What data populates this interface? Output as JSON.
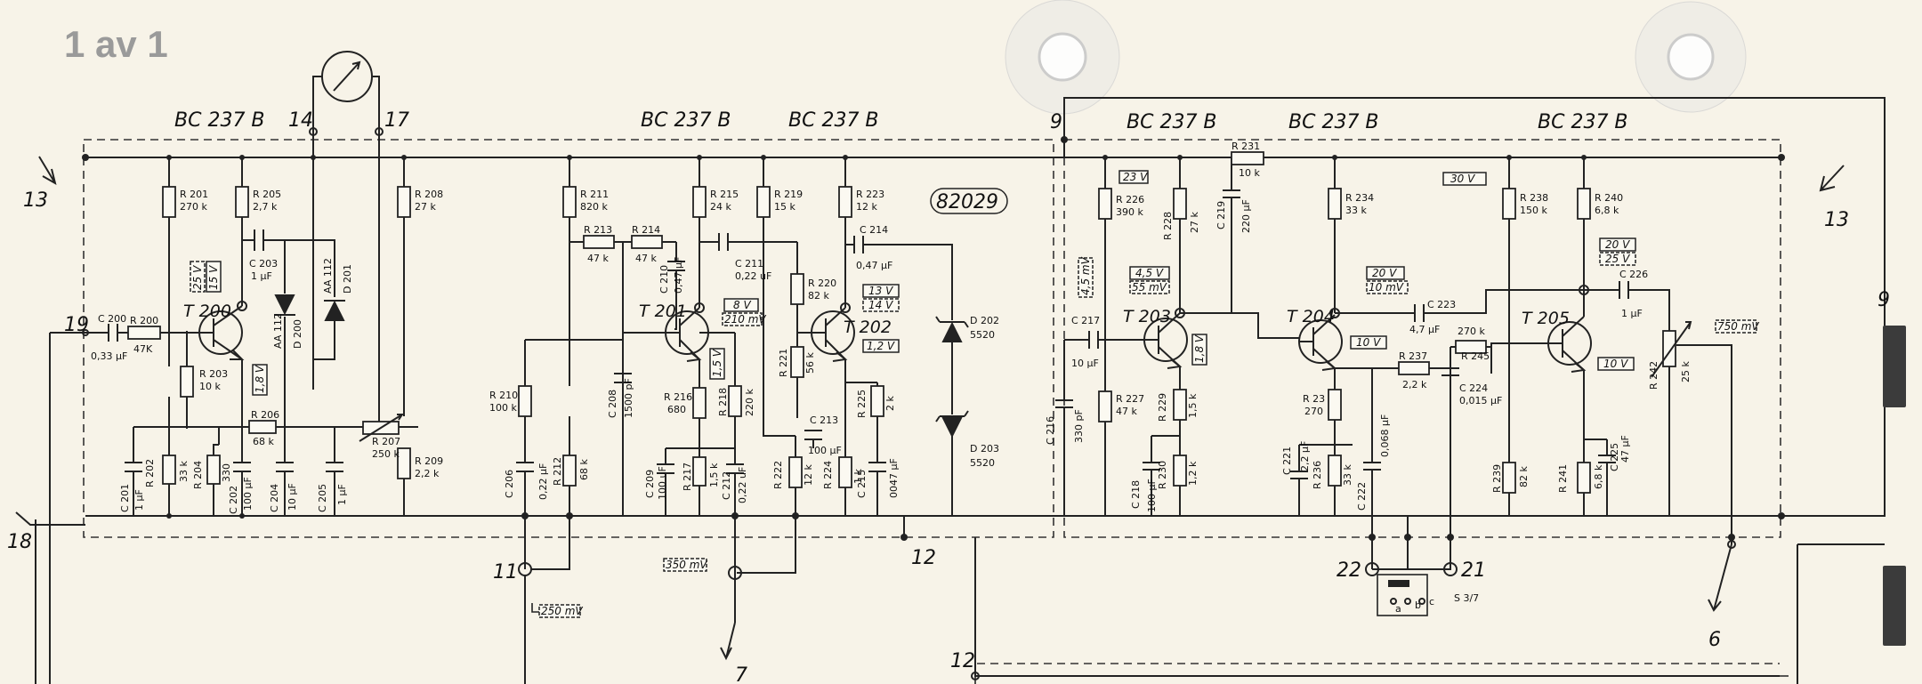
{
  "page_label": "1 av 1",
  "transistor_types": [
    {
      "id": "tt1",
      "label": "BC 237 B"
    },
    {
      "id": "tt2",
      "label": "BC 237 B"
    },
    {
      "id": "tt3",
      "label": "BC 237 B"
    },
    {
      "id": "tt4",
      "label": "BC 237 B"
    },
    {
      "id": "tt5",
      "label": "BC 237 B"
    },
    {
      "id": "tt6",
      "label": "BC 237 B"
    }
  ],
  "board_number": "82029",
  "nodes": [
    "13",
    "14",
    "17",
    "19",
    "18",
    "11",
    "12",
    "7",
    "22",
    "21",
    "6",
    "13",
    "9",
    "12",
    "9"
  ],
  "transistors": [
    "T 200",
    "T 201",
    "T 202",
    "T 203",
    "T 204",
    "T 205"
  ],
  "resistors": {
    "r201": [
      "R 201",
      "270 k"
    ],
    "r205": [
      "R 205",
      "2,7 k"
    ],
    "r208": [
      "R 208",
      "27 k"
    ],
    "r200": [
      "R 200",
      "47K"
    ],
    "r203": [
      "R 203",
      "10 k"
    ],
    "r206": [
      "R 206",
      "68 k"
    ],
    "r207": [
      "R 207",
      "250 k"
    ],
    "r202": [
      "R 202",
      "33 k"
    ],
    "r204": [
      "R 204",
      "330"
    ],
    "r209": [
      "R 209",
      "2,2 k"
    ],
    "r211": [
      "R 211",
      "820 k"
    ],
    "r213": [
      "R 213",
      "47 k"
    ],
    "r214": [
      "R 214",
      "47 k"
    ],
    "r215": [
      "R 215",
      "24 k"
    ],
    "r219": [
      "R 219",
      "15 k"
    ],
    "r223": [
      "R 223",
      "12 k"
    ],
    "r210": [
      "R 210",
      "100 k"
    ],
    "r212": [
      "R 212",
      "68 k"
    ],
    "r216": [
      "R 216",
      "680"
    ],
    "r217": [
      "R 217",
      "1,5 k"
    ],
    "r218": [
      "R 218",
      "220 k"
    ],
    "r220": [
      "R 220",
      "82 k"
    ],
    "r221": [
      "R 221",
      "56 k"
    ],
    "r222": [
      "R 222",
      "12 k"
    ],
    "r224": [
      "R 224",
      "1 k"
    ],
    "r225": [
      "R 225",
      "2 k"
    ],
    "r231": [
      "R 231",
      "10 k"
    ],
    "r226": [
      "R 226",
      "390 k"
    ],
    "r228": [
      "R 228",
      "27 k"
    ],
    "r234": [
      "R 234",
      "33 k"
    ],
    "r238": [
      "R 238",
      "150 k"
    ],
    "r240": [
      "R 240",
      "6,8 k"
    ],
    "r227": [
      "R 227",
      "47 k"
    ],
    "r229": [
      "R 229",
      "1,5 k"
    ],
    "r230": [
      "R 230",
      "1,2 k"
    ],
    "r23x": [
      "R 23",
      "270"
    ],
    "r236": [
      "R 236",
      "33 k"
    ],
    "r237": [
      "R 237",
      "2,2 k"
    ],
    "r245": [
      "R 245",
      "270 k"
    ],
    "r239": [
      "R 239",
      "82 k"
    ],
    "r241": [
      "R 241",
      "6,8 k"
    ],
    "r242": [
      "R 242",
      "25 k"
    ]
  },
  "capacitors": {
    "c200": [
      "C 200",
      "0,33 μF"
    ],
    "c203": [
      "C 203",
      "1 μF"
    ],
    "c201": [
      "C 201",
      "1 μF"
    ],
    "c202": [
      "C 202",
      "100 μF"
    ],
    "c204": [
      "C 204",
      "10 μF"
    ],
    "c205": [
      "C 205",
      "1 μF"
    ],
    "c210": [
      "C 210",
      "0,47 μF"
    ],
    "c211": [
      "C 211",
      "0,22 uF"
    ],
    "c214": [
      "C 214",
      "0,47 μF"
    ],
    "c206": [
      "C 206",
      "0,22 μF"
    ],
    "c208": [
      "C 208",
      "1500 pF"
    ],
    "c209": [
      "C 209",
      "100 uF"
    ],
    "c212": [
      "C 212",
      "0,22 uF"
    ],
    "c213": [
      "C 213",
      "100 μF"
    ],
    "c215": [
      "C 215",
      "0047 μF"
    ],
    "c219": [
      "C 219",
      "220 μF"
    ],
    "c217": [
      "C 217",
      "10 μF"
    ],
    "c216": [
      "C 216",
      "330 pF"
    ],
    "c218": [
      "C 218",
      "100 μF"
    ],
    "c223": [
      "C 223",
      "4,7 μF"
    ],
    "c226": [
      "C 226",
      "1 μF"
    ],
    "c221": [
      "C 221",
      "2,2 μF"
    ],
    "c222": [
      "C 222",
      "0,068 μF"
    ],
    "c224": [
      "C 224",
      "0,015 μF"
    ],
    "c225": [
      "C 225",
      "47 μF"
    ]
  },
  "diodes": {
    "d200": [
      "AA 112",
      "D 200"
    ],
    "d201": [
      "AA 112",
      "D 201"
    ],
    "d202": [
      "D 202",
      "5520"
    ],
    "d203": [
      "D 203",
      "5520"
    ]
  },
  "voltages": {
    "v25": "25 V",
    "v15": "15 V",
    "v18": "1,8 V",
    "v8": "8 V",
    "v210mv": "210 mV",
    "v15b": "1,5 V",
    "v138": "13 V",
    "v14": "14 V",
    "v12": "1,2 V",
    "v350mv": "350 mV",
    "v250mv": "250 mV",
    "v23": "23 V",
    "v45mv": "4,5 mV",
    "v45": "4,5 V",
    "v55mv": "55 mV",
    "v18b": "1,8 V",
    "v20": "20 V",
    "v10mv": "10 mV",
    "v10": "10 V",
    "v30": "30 V",
    "v20b": "20 V",
    "v25b": "25 V",
    "v10b": "10 V",
    "v750mv": "750 mV"
  },
  "switch": {
    "a": "a",
    "b": "b",
    "c": "c",
    "label": "S 3/7"
  }
}
